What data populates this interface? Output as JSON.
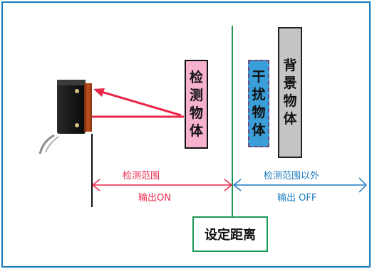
{
  "objects": {
    "detection_object": [
      "检",
      "测",
      "物",
      "体"
    ],
    "interfering_object": [
      "干",
      "扰",
      "物",
      "体"
    ],
    "background_object": [
      "背",
      "景",
      "物",
      "体"
    ]
  },
  "ranges": {
    "detection_range": "检测范围",
    "output_on": "输出ON",
    "outside_range": "检测范围以外",
    "output_off": "输出  OFF"
  },
  "set_distance": "设定距离",
  "colors": {
    "frame": "#1b7bbf",
    "detection_arrow": "#e8274b",
    "outside_arrow": "#1b7bbf",
    "threshold_line": "#1e9a56",
    "detection_object_fill": "#f6b1cf",
    "interfering_object_fill": "#3a9ed8",
    "background_object_fill": "#c4c4c4"
  }
}
